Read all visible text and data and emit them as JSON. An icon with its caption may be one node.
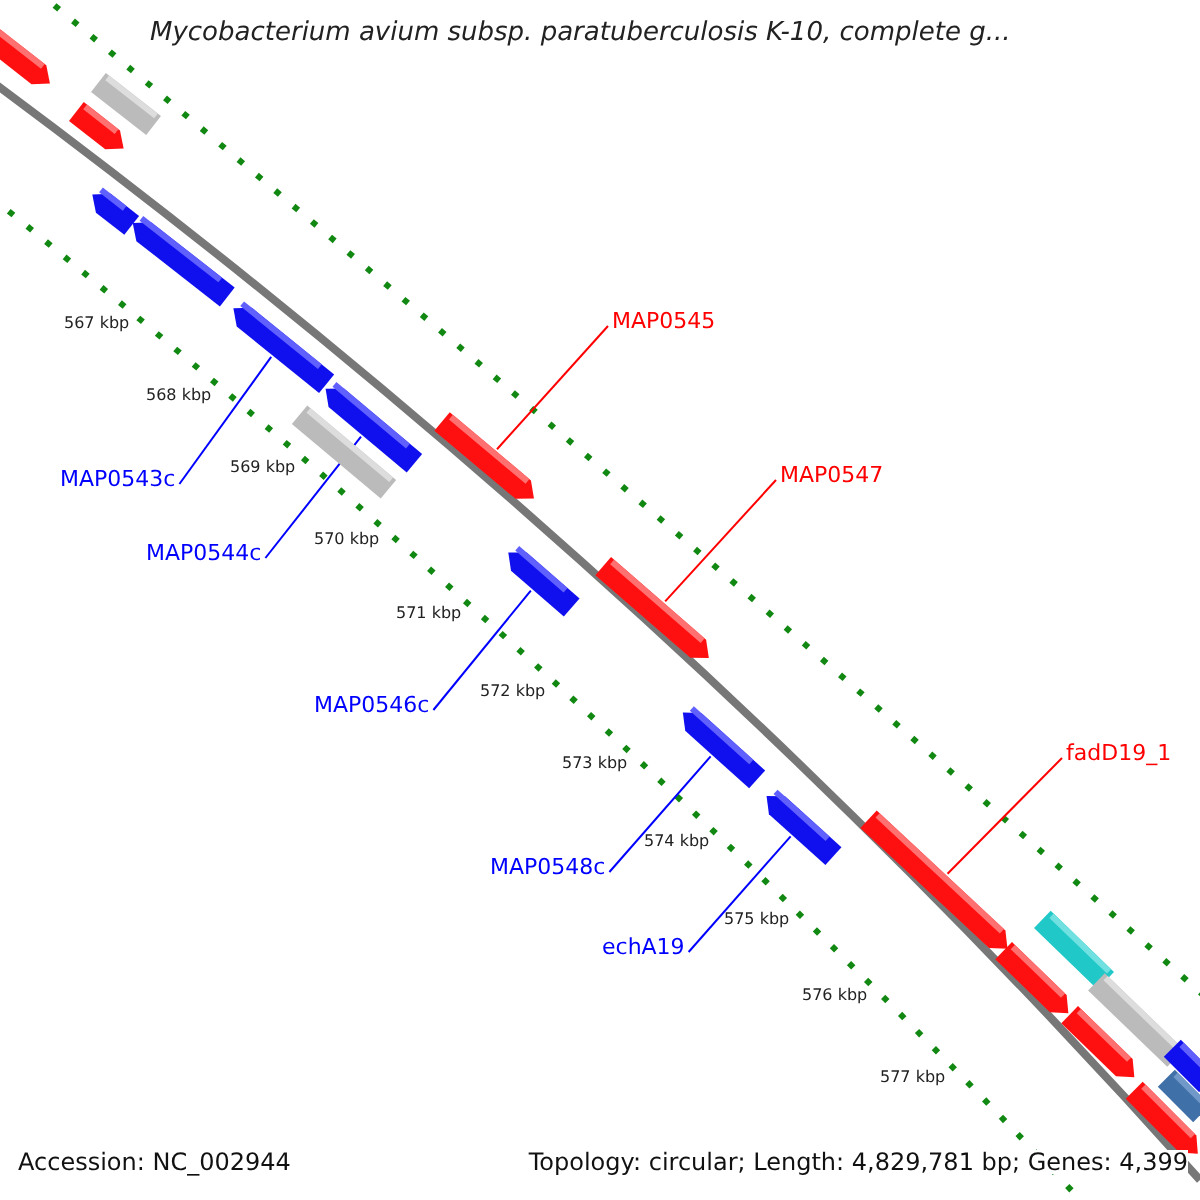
{
  "diagram": {
    "title": "Mycobacterium avium subsp. paratuberculosis K-10, complete g...",
    "nodes": [
      {
        "text": [],
        "shape": "arrow"
      },
      {
        "text": [],
        "shape": "bar"
      },
      {
        "text": [],
        "shape": "arrow"
      },
      {
        "text": [],
        "shape": "arrow"
      },
      {
        "text": [],
        "shape": "arrow"
      },
      {
        "text": [],
        "shape": "arrow"
      },
      {
        "text": [],
        "shape": "arrow"
      },
      {
        "text": [],
        "shape": "bar"
      },
      {
        "text": [],
        "shape": "arrow"
      },
      {
        "text": [],
        "shape": "arrow"
      },
      {
        "text": [],
        "shape": "arrow"
      },
      {
        "text": [],
        "shape": "arrow"
      },
      {
        "text": [],
        "shape": "arrow"
      },
      {
        "text": [],
        "shape": "arrow"
      },
      {
        "text": [],
        "shape": "bar"
      },
      {
        "text": [],
        "shape": "arrow"
      },
      {
        "text": [],
        "shape": "bar"
      },
      {
        "text": [],
        "shape": "arrow"
      },
      {
        "text": [],
        "shape": "bar"
      },
      {
        "text": [],
        "shape": "bar"
      },
      {
        "text": [],
        "shape": "arrow"
      },
      {
        "text": [
          "MAP0545"
        ]
      },
      {
        "text": [
          "MAP0543c"
        ]
      },
      {
        "text": [
          "MAP0547"
        ]
      },
      {
        "text": [
          "MAP0544c"
        ]
      },
      {
        "text": [
          "MAP0546c"
        ]
      },
      {
        "text": [
          "fadD19_1"
        ]
      },
      {
        "text": [
          "MAP0548c"
        ]
      },
      {
        "text": [
          "echA19"
        ]
      }
    ],
    "edges": [
      {
        "from": 21,
        "to": 8,
        "arrow": "none",
        "color": "#ff0000"
      },
      {
        "from": 22,
        "to": 5,
        "arrow": "none"
      },
      {
        "from": 23,
        "to": 10,
        "arrow": "none",
        "color": "#ff0000"
      },
      {
        "from": 24,
        "to": 6,
        "arrow": "none"
      },
      {
        "from": 25,
        "to": 9,
        "arrow": "none"
      },
      {
        "from": 26,
        "to": 13,
        "arrow": "none",
        "color": "#ff0000"
      },
      {
        "from": 27,
        "to": 11,
        "arrow": "none"
      },
      {
        "from": 28,
        "to": 12,
        "arrow": "none"
      }
    ],
    "labels": [
      "567 kbp",
      "568 kbp",
      "569 kbp",
      "570 kbp",
      "571 kbp",
      "572 kbp",
      "573 kbp",
      "574 kbp",
      "575 kbp",
      "576 kbp",
      "577 kbp",
      "Accession: NC_002944",
      "Topology: circular; Length: 4,829,781 bp; Genes: 4,399"
    ]
  }
}
